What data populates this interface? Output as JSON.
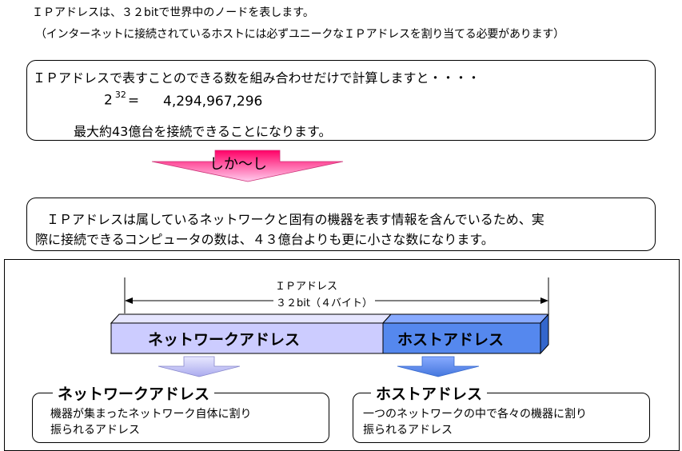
{
  "intro": {
    "line1": "ＩＰアドレスは、３２bitで世界中のノードを表します。",
    "line2": "（インターネットに接続されているホストには必ずユニークなＩＰアドレスを割り当てる必要があります）"
  },
  "calc_box": {
    "line1": "ＩＰアドレスで表すことのできる数を組み合わせだけで計算しますと・・・・",
    "base": "2",
    "exponent": "32",
    "equals": "=",
    "result": "4,294,967,296",
    "line3": "最大約43億台を接続できることになります。"
  },
  "however_label": "しか～し",
  "note_box": {
    "line1": "ＩＰアドレスは属しているネットワークと固有の機器を表す情報を含んでいるため、実",
    "line2": "際に接続できるコンピュータの数は、４３億台よりも更に小さな数になります。"
  },
  "diagram": {
    "span_label": "ＩＰアドレス",
    "span_sublabel": "３２bit（４バイト）",
    "network_bar_label": "ネットワークアドレス",
    "host_bar_label": "ホストアドレス",
    "network_card": {
      "title": "ネットワークアドレス",
      "line1": "機器が集まったネットワーク自体に割り",
      "line2": "振られるアドレス"
    },
    "host_card": {
      "title": "ホストアドレス",
      "line1": "一つのネットワークの中で各々の機器に割り",
      "line2": "振られるアドレス"
    }
  },
  "colors": {
    "network_fill": "#ccccff",
    "network_top": "#e6e6ff",
    "network_side": "#9999dd",
    "host_fill": "#5588ee",
    "host_top": "#88aaff",
    "host_side": "#3366cc",
    "arrow_magenta_top": "#ff0066",
    "arrow_magenta_bottom": "#ffccee"
  }
}
